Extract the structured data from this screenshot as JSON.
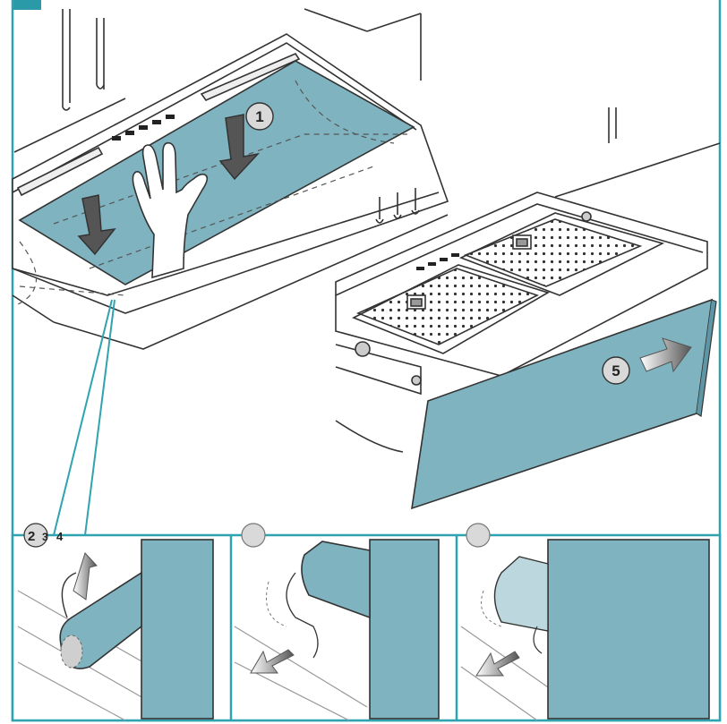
{
  "colors": {
    "panel": "#7fb3c0",
    "panel_dark": "#5f96a5",
    "frame": "#2fa3b0",
    "tab": "#2a9aa8",
    "line": "#333333",
    "light_line": "#999999",
    "badge_fill": "#d9d9d9",
    "arrow": "#666666"
  },
  "steps": {
    "s1": "1",
    "s2": "2",
    "s3": "3",
    "s4": "4",
    "s5": "5"
  },
  "icons": [
    "hand-icon",
    "down-arrow-icon",
    "right-arrow-icon",
    "rotate-arrow-icon",
    "left-arrow-icon"
  ]
}
